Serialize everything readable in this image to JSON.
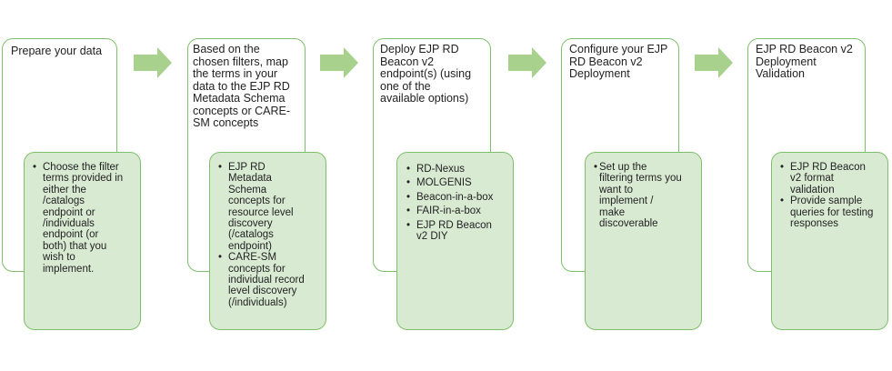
{
  "colors": {
    "border": "#7fbf6a",
    "detail_fill": "#d9ead3",
    "arrow_fill": "#a9d18e"
  },
  "steps": [
    {
      "title": "Prepare your data",
      "details": [
        "Choose the filter\nterms provided in\neither the\n/catalogs\nendpoint or\n/individuals\nendpoint (or\nboth) that you\nwish to\nimplement."
      ]
    },
    {
      "title": "Based on the\nchosen filters, map\nthe terms in your\ndata to the EJP RD\nMetadata Schema\nconcepts or CARE-\nSM concepts",
      "details": [
        "EJP RD\nMetadata\nSchema\nconcepts for\nresource level\ndiscovery\n(/catalogs\nendpoint)",
        "CARE-SM\nconcepts for\nindividual record\nlevel discovery\n(/individuals)"
      ]
    },
    {
      "title": "Deploy EJP RD\nBeacon v2\nendpoint(s) (using\none of the\navailable options)",
      "details": [
        "RD-Nexus",
        "MOLGENIS",
        "Beacon-in-a-box",
        "FAIR-in-a-box",
        "EJP RD Beacon\nv2 DIY"
      ]
    },
    {
      "title": "Configure your EJP\nRD Beacon v2\nDeployment",
      "details": [
        "Set up the\nfiltering terms you\nwant to\nimplement /\nmake\ndiscoverable"
      ]
    },
    {
      "title": "EJP RD Beacon v2\nDeployment\nValidation",
      "details": [
        "EJP RD Beacon\nv2 format\nvalidation",
        "Provide sample\nqueries for testing\nresponses"
      ]
    }
  ],
  "bullet_glyph": "•"
}
